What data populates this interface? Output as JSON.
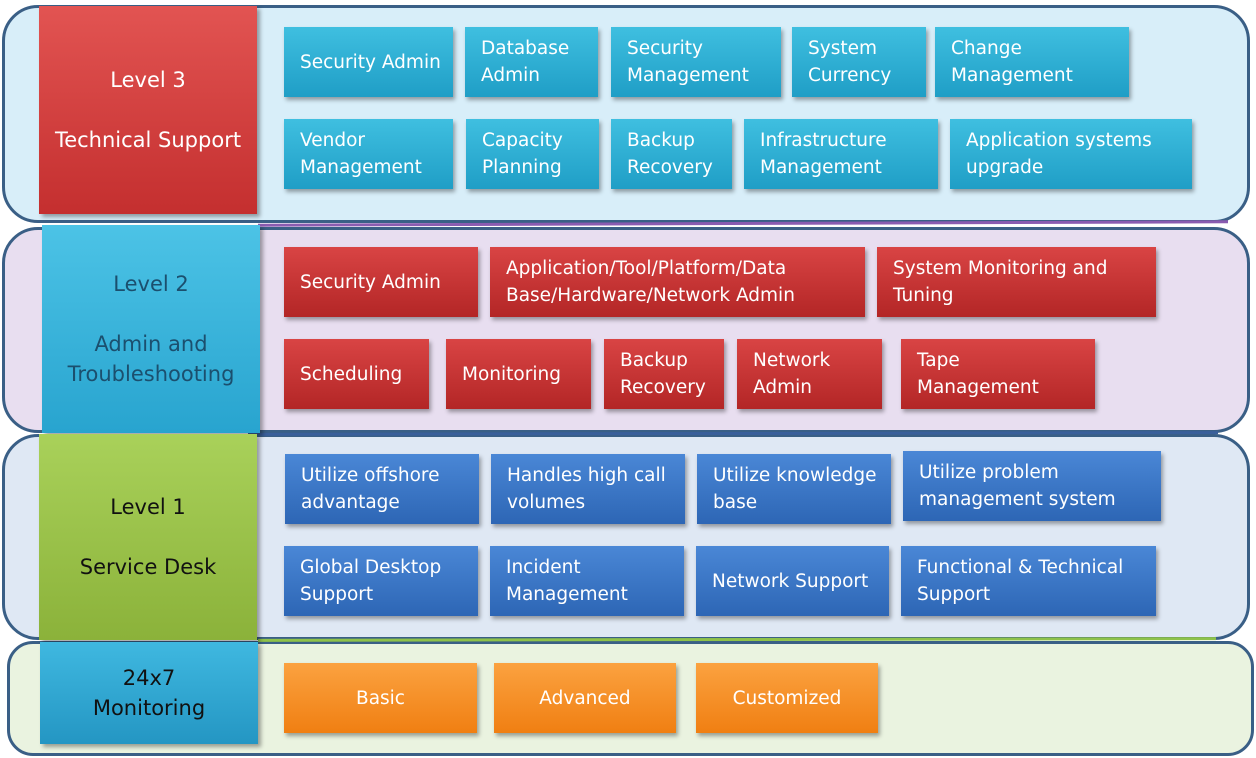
{
  "tiers": {
    "level3": {
      "level": "Level  3",
      "name": "Technical Support"
    },
    "level2": {
      "level": "Level  2",
      "name_line1": "Admin and",
      "name_line2": "Troubleshooting"
    },
    "level1": {
      "level": "Level  1",
      "name": "Service Desk"
    },
    "monitoring": {
      "line1": "24x7",
      "line2": "Monitoring"
    }
  },
  "level3_boxes": [
    "Security Admin",
    "Database\nAdmin",
    "Security\nManagement",
    "System\nCurrency",
    "Change\nManagement",
    "Vendor\nManagement",
    "Capacity\nPlanning",
    "Backup\nRecovery",
    "Infrastructure\nManagement",
    "Application systems\nupgrade"
  ],
  "level2_boxes": [
    "Security Admin",
    "Application/Tool/Platform/Data\nBase/Hardware/Network Admin",
    "System Monitoring and\nTuning",
    "Scheduling",
    "Monitoring",
    "Backup\nRecovery",
    "Network\nAdmin",
    "Tape\nManagement"
  ],
  "level1_boxes": [
    "Utilize offshore\nadvantage",
    "Handles high  call\nvolumes",
    "Utilize knowledge\nbase",
    "Utilize problem\nmanagement system",
    "Global Desktop\nSupport",
    "Incident\nManagement",
    "Network Support",
    "Functional & Technical\nSupport"
  ],
  "monitoring_boxes": [
    "Basic",
    "Advanced",
    "Customized"
  ],
  "colors": {
    "level3": "#d23c3c",
    "level2": "#34b0da",
    "level1": "#9cc34a",
    "teal_box": "#2eb1d8",
    "red_box": "#c83232",
    "blue_box": "#3c78c8",
    "orange_box": "#f79028"
  }
}
